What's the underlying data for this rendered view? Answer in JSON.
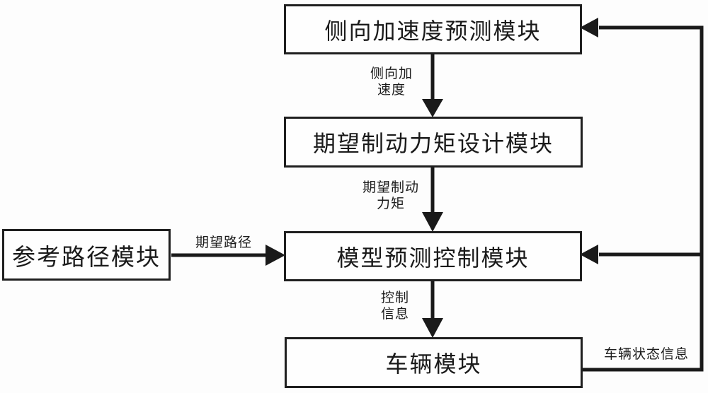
{
  "diagram": {
    "type": "flowchart",
    "boxes": {
      "lateral_accel_prediction": {
        "label": "侧向加速度预测模块"
      },
      "desired_braking_torque_design": {
        "label": "期望制动力矩设计模块"
      },
      "model_predictive_control": {
        "label": "模型预测控制模块"
      },
      "vehicle": {
        "label": "车辆模块"
      },
      "reference_path": {
        "label": "参考路径模块"
      }
    },
    "edges": {
      "lateral_acceleration": {
        "lines": [
          "侧向加",
          "速度"
        ]
      },
      "desired_braking_torque": {
        "lines": [
          "期望制动",
          "力矩"
        ]
      },
      "control_info": {
        "lines": [
          "控制",
          "信息"
        ]
      },
      "desired_path": {
        "label": "期望路径"
      },
      "vehicle_state_info": {
        "label": "车辆状态信息"
      }
    },
    "colors": {
      "line": "#1a1a1a",
      "box_border": "#1f1f1f",
      "box_fill": "#fefefe",
      "background": "#fdfdfd"
    }
  }
}
